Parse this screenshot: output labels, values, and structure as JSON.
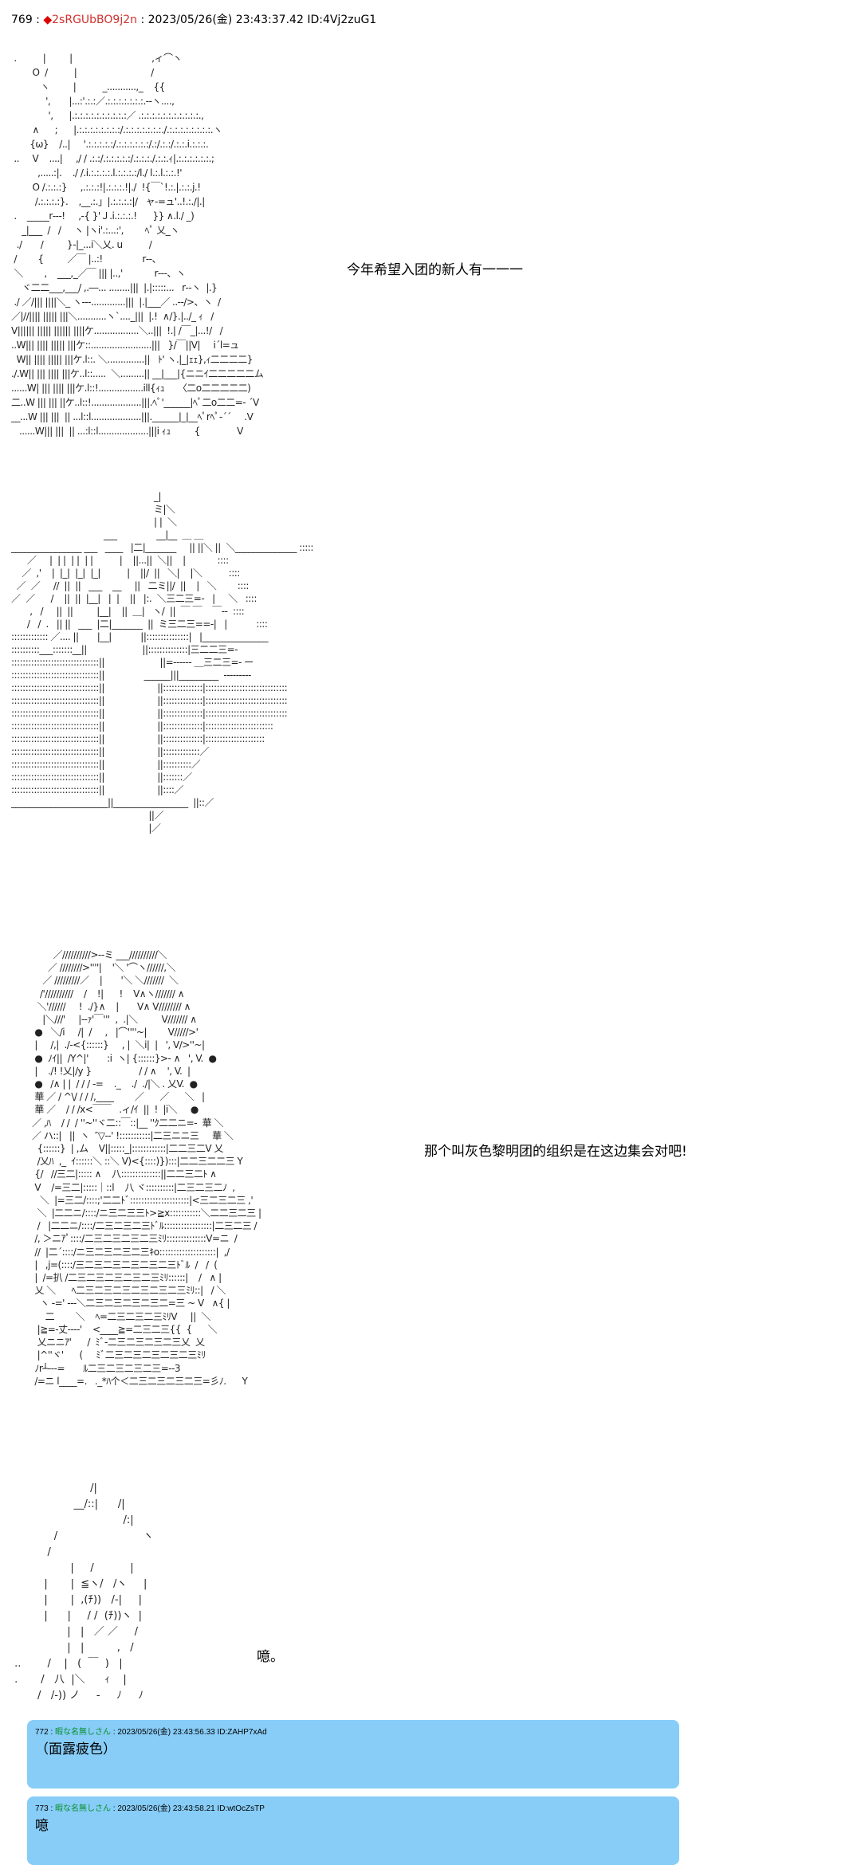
{
  "header": {
    "number": "769",
    "sep": " : ",
    "trip_icon": "◆",
    "name": "2sRGUbBO9j2n",
    "datetime": "2023/05/26(金) 23:43:37.42",
    "id": "ID:4Vj2zuG1"
  },
  "art": {
    "aa1": " .          |         |                              ,ィ⌒ヽ\n        O  /          |                            /\n           ヽ         |          _...........,_    {{\n             ',       |...:'.:.:／.:.:.:.:.:.:.:.-‐ヽ....,\n              ',      |.:.:.:.:.:.:.:.:.:.:／ .:.:.:.:.:.:.:.:.:.:.:.,\n        ∧      ;      |.:.:.:.:.:.:.:.:/.:.:.:.:.:.:.:./.:.:.:.:.:.:.:.:.ヽ\n       {ω}    /..|     '.:.:.:.:.:/.:.:.:.:.:.:/.:/.:.:/.:.:.i.:.:.:.\n ..     V    ....|     ,/ / .:.:/.:.:.:.:.:/.:.:.:./.:.:.ｨ|.:.:.:.:.:.:.;\n          ,.....:|.    ./ /.i.:.:.:.:.l.:.:.:.:/l./ l.:.l.:.:.!'\n        O /.:.:.:}     ,.:.:.:!|.:.:.:.!|./  !{￣`!.:.|.:.:.j.!\n         /.:.:.:.:}.    ,__.:.」|.:.:.:.:|/   ャ‐=ュ'..!.:./|.|\n .    _____r‐‐‐!     ,-{ }'Ｊ.i.:.:.:.!      }} ∧.l./ _)\n    _|___  /   /     ヽ |ヽi'.:...:',        ﾍﾟ 乂_ヽ\n  ./       /         }-|_...i＼乂. u          /\n /        {         ／￣ |..:!               r‐‐、\n ＼        ,    ___,_／￣ ||| |..,'            r‐‐‐、ヽ\n    ヾ二二___,___/ ,.―... ........|||  |.|:::::...   r‐‐ヽ  |.}\n ./ ／/||| ||||＼_ ヽ‐‐‐.............|||  |.|___／ ..‐‐/>、ヽ  /\n／|//|||| ||||| |||＼...........ヽ`...._|||  |.!  ∧/}.|../_ ｨ   /\nV|||||| ||||| |||||| ||||ケ.................＼..|||  !.| /￣_|...!/   /\n..W||| |||| ||||| |||ケ::.......................|||   }/￣||V|     i´l=ュ\n  W|| |||| ||||| |||ケ.l::. ＼..............||   ﾄ' ヽ.|_|ｪｪ},ｨ二二二二}\n./.W|| ||| |||| |||ケ..l::.....  ＼.........|| __|___|{ニニｲ二二二二二ム\n......W| ||| |||| |||ケ.l::!.................ill{ｨｭ     〈二o二二二二二)\n二..W ||| ||| ||ケ..l::!...................|||.ﾍﾟ'______|ﾍﾟ二o二二=‐ ´V\n__...W ||| |||  || ...l::l...................|||.______|_|__ﾍﾟrﾍﾟ‐´´     .V\n   ......W||| |||  || ...:l::l...................|||i ｨｭ         {              V",
    "aa2": "                                                      _|\n                                                      ミ|＼\n                                                      | |  ＼\n                                   ___               __|__  ＿ ＿\n________________ ___   ____   |二|_______     || ||＼ ||  ＼______________ :::::\n      ／     |  | |  | |  | |          |    ||...||  ＼||    |            ::::\n    ／  ,'    |  |_|  |_|  |_|          |    ||/  ||   ＼|    |＼          ::::\n  ／  ／     //  ||  ||   ___    __     ||   二ミ||/  ||    |   ＼        ::::\n／  ／      /    ||  ||  |__|   |  |    ||   |:.  ＼三二三=‐   |     ＼   ::::\n       ,   /     ||  ||         |__|    ||  ＿|   ヽ/  ||  ￣ ￣    ￣‐‐  ::::\n      /   /  .   || ||   ___  |二|_______  ||  ミ三二三==‐|   |           ::::\n::::::::::::: ／.... ||       |__|           ||:::::::::::::::|   |_______________\n::::::::::___:::::::__||                     ||::::::::::::::|三二二三=‐\n:::::::::::::::::::::::::::::::||                     ||=‐‐‐‐‐‐ ＿三二三=‐ ー\n:::::::::::::::::::::::::::::::||               ______|||_________  ‐‐‐‐‐‐‐‐‐\n:::::::::::::::::::::::::::::::||                    ||::::::::::::::|:::::::::::::::::::::::::::::\n:::::::::::::::::::::::::::::::||                    ||::::::::::::::|:::::::::::::::::::::::::::::\n:::::::::::::::::::::::::::::::||                    ||::::::::::::::|:::::::::::::::::::::::::::::\n:::::::::::::::::::::::::::::::||                    ||::::::::::::::|::::::::::::::::::::::::\n:::::::::::::::::::::::::::::::||                    ||::::::::::::::|:::::::::::::::::::::\n:::::::::::::::::::::::::::::::||                    ||:::::::::::::／\n:::::::::::::::::::::::::::::::||                    ||::::::::::／\n:::::::::::::::::::::::::::::::||                    ||:::::::／\n:::::::::::::::::::::::::::::::||                    ||::::／\n______________________||_________________  ||::／\n                                                    ||／\n                                                    |／",
    "aa3": "        ／//////////>‐‐ミ ___//////////＼\n      ／ ////////>''''|    '＼ '⌒ヽ//////,＼\n    ／ /////////／    |       '＼ ＼///////  ＼\n   /'//////////    /    !|      !    V∧ヽ/////// ∧\n  ＼'//////     !  ./}∧    |       V∧ V//////// ∧\n    |＼///'     |‐‐ｧ'￣'''  ,  .|＼         V/////// ∧\n ●   ＼/i     /|  /     ,   |⌒''''~|        V/////>'\n |     /,|  ./‐<{::::::}     , |  ＼i|  |   ', V/>''~|\n ●  ﾉｲ||  /Y^|'       :i  ヽ| {::::::}>‐ ∧   ', V.  ●\n |    ./! !乂|/y }                  / / ∧    ', V.  |\n ●   /∧ | |  / / / ‐=    ._    ./  ./|＼ . 乂V.  ●\n 華 ／ / ^\\/ / / /,____        ／      ／      ＼   |\n 華 ／    / / /x<￣￣   .ィ/ｲ  ||  !  |i＼     ●\n／ ,ﾊ    / /  / ''~''ヾ二::￣::|__ ''ｸ二二ニ=-  華 ＼\n／ ハ::|   ||  ヽ  ″▽‐‐' !:::::::::::|二三ニニ三     華 ＼\n  {::::::}  | ,ム    V||:::::_|::::::::::::|二二三二V 乂\n  /乂ﾊ  ,_  ｲ::::::＼ ::＼ V)<{::::)}):::|二二三二二三 Y\n {/   //三二|::::: ∧    八::::::::::::::||二二三二ﾄ ∧\n V    /=三二|:::::｜::l    八 ヾ::::::::::|二三二三二ﾉ  ,\n   ＼  |=三二/::::;'二二ﾄﾞ:::::::::::::::::::::|<三二三二三 ,'\n  ＼  |二二ニ/::::/ニ三二三三ﾄ>≧x:::::::::::＼二二三二三 |\n  /   |二二ニ/::::/二三二三二三ﾄﾞﾙ:::::::::::::::::|二三二三 /\n /, ＞ニｱﾟ::::/二三二三二三二三ﾐﾘ::::::::::::::V=ニ  /\n //  |二´::::/ニ三二三二三二三ｷo::::::::::::::::::::|  ,/\n |   ,j=(::::/三二三二三二三二三二三ﾄﾞﾙ  /   /  (\n |  /=扒 /二三二三二三二三二三ﾐﾘ::::::|    /   ∧ |\n 乂 ＼      ﾍ二三二三二三二三二三二三ﾐﾘ::|   / ＼\n   ヽ -=' ‐‐‐＼二三二三二三二三二=三 ~ V   ∧{ |\n     二        ＼    ﾍ=二三二三二三ﾐﾘV     ||  ＼\n  |≧=-丈‐‐‐‐'    <____≧=二三二三{{  {      ＼\n  乂ニニｱ'      /  ﾐﾞ‐二三二三二三二三乂  乂\n  |^''ヾ'      (     ﾐﾞ二三二三二三二三二三ﾐﾘ\n ﾉr┴‐‐‐=       ﾙ二三二三二三二三=‐‐3\n /=ニ l____=.   ._*ﾊ个＜二三二三二三二三=彡ﾉ.      Y",
    "aa4": "                        /|\n                   __/::|      /|\n                                  /:|\n             /                          ヽ\n           /\n                  |     /           |\n          |       |  ≦ヽ/   /ヽ     |\n          |       |  ,(ﾁ))   /‐|     |\n          |      |     / /  (ﾁ))ヽ  |\n                 |   |   ／ ／     /\n                 |   |          ,   /\n ..        /    |   (  ￣  )   |\n .       /   八  |＼      ｨ    |\n        /   /‐)) ノ     ‐     ﾉ     ﾉ"
  },
  "dialogue": {
    "line1": "今年希望入团的新人有一一一",
    "line2": "那个叫灰色黎明团的组织是在这边集会对吧!",
    "line3": "噫。"
  },
  "replies": [
    {
      "number": "772",
      "name": "暇な名無しさん",
      "datetime": "2023/05/26(金) 23:43:56.33",
      "id": "ID:ZAHP7xAd",
      "body": "（面露疲色）"
    },
    {
      "number": "773",
      "name": "暇な名無しさん",
      "datetime": "2023/05/26(金) 23:43:58.21",
      "id": "ID:wtOcZsTP",
      "body": "噫"
    }
  ],
  "colors": {
    "reply_bg": "#87cdf8",
    "name_red": "#d0312d",
    "name_green": "#0a8f2a"
  }
}
